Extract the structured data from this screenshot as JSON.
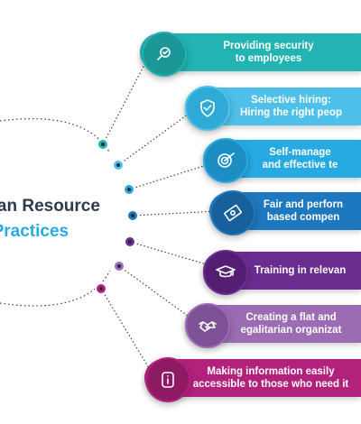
{
  "title": {
    "line1": "man Resource",
    "line2": "t Practices"
  },
  "items": [
    {
      "line1": "Providing security",
      "line2": "to employees",
      "color": "#22b3b2",
      "dark": "#1a9796",
      "icon": "search-shield-icon"
    },
    {
      "line1": "Selective hiring:",
      "line2": "Hiring the right peop",
      "color": "#4ec0e9",
      "dark": "#2fa9d6",
      "icon": "shield-check-icon"
    },
    {
      "line1": "Self-manage",
      "line2": "and effective te",
      "color": "#27a9e1",
      "dark": "#1b8fc3",
      "icon": "target-icon"
    },
    {
      "line1": "Fair and perforn",
      "line2": "based compen",
      "color": "#1e78bf",
      "dark": "#17609c",
      "icon": "money-icon"
    },
    {
      "line1": "Training in relevan",
      "line2": "",
      "color": "#6b2c8f",
      "dark": "#541f72",
      "icon": "graduation-cap-icon"
    },
    {
      "line1": "Creating a flat and",
      "line2": "egalitarian organizat",
      "color": "#9b6bb3",
      "dark": "#7e5197",
      "icon": "handshake-icon"
    },
    {
      "line1": "Making information easily",
      "line2": "accessible to those who need it",
      "color": "#b2227d",
      "dark": "#8e1a63",
      "icon": "info-icon"
    }
  ]
}
